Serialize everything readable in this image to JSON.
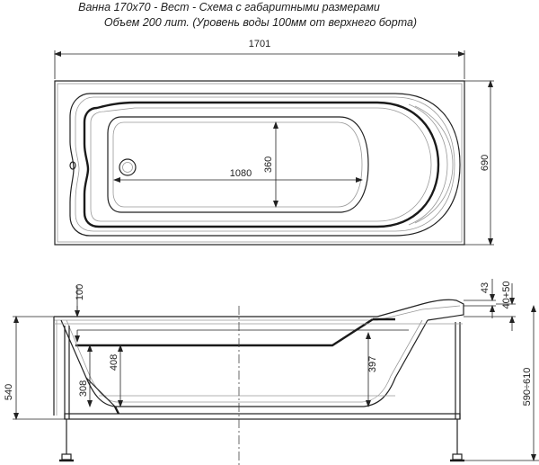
{
  "title": {
    "line1": "Ванна 170х70 - Вест - Схема с габаритными размерами",
    "line2": "Объем 200 лит. (Уровень воды 100мм от верхнего борта)"
  },
  "dimensions": {
    "top_view": {
      "overall_length": "1701",
      "overall_width": "690",
      "inner_length": "1080",
      "inner_width": "360"
    },
    "side_view": {
      "water_level_offset": "100",
      "rim_height": "43",
      "headrest_height": "40+50",
      "total_height": "540",
      "depth_center": "408",
      "depth_front": "308",
      "depth_back": "397",
      "leg_height_range": "590÷610"
    }
  }
}
